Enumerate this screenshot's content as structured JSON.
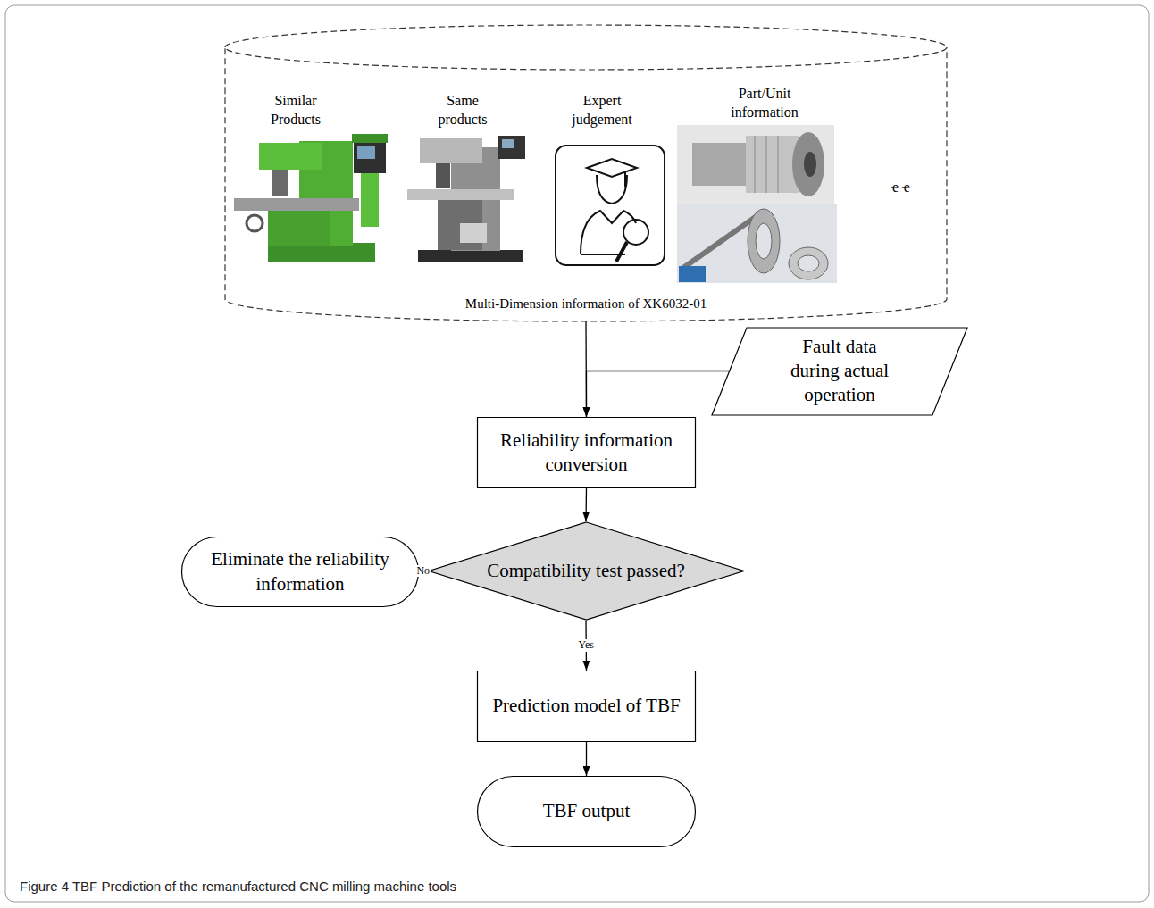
{
  "diagram": {
    "caption": "Figure 4 TBF Prediction of the remanufactured CNC milling machine tools",
    "nodes": [
      {
        "text": [
          "Multi-Dimension information of XK6032-01"
        ]
      },
      {
        "text": [
          "Fault data during actual operation"
        ]
      },
      {
        "text": [
          "Reliability information conversion"
        ]
      },
      {
        "text": [
          "Compatibility test passed?"
        ]
      },
      {
        "text": [
          "Eliminate the reliability information"
        ]
      },
      {
        "text": [
          "Prediction model of TBF"
        ]
      },
      {
        "text": [
          "TBF output"
        ]
      }
    ],
    "edges": [
      {
        "from": 0,
        "to": 2,
        "arrow": "to"
      },
      {
        "from": 1,
        "to": 2,
        "arrow": "to"
      },
      {
        "from": 2,
        "to": 3,
        "arrow": "to"
      },
      {
        "from": 3,
        "to": 4,
        "label": "No",
        "arrow": "to"
      },
      {
        "from": 3,
        "to": 5,
        "label": "Yes",
        "arrow": "to"
      },
      {
        "from": 5,
        "to": 6,
        "arrow": "to"
      }
    ],
    "labels": [
      "Similar Products",
      "Same products",
      "Expert judgement",
      "Part/Unit information",
      "ҽ ҽ"
    ]
  }
}
